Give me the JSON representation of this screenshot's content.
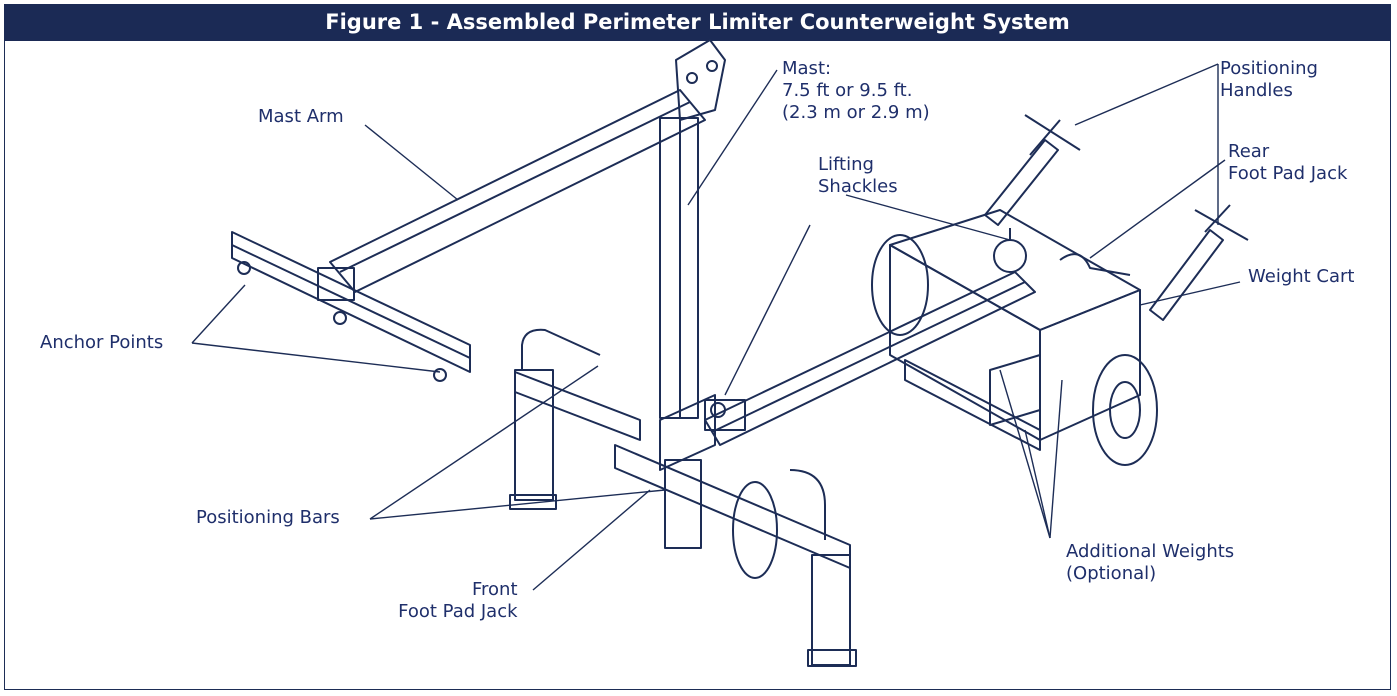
{
  "figure": {
    "title": "Figure 1 - Assembled Perimeter Limiter Counterweight System"
  },
  "labels": {
    "mast_arm": "Mast Arm",
    "mast": [
      "Mast:",
      "7.5 ft or 9.5 ft.",
      "(2.3 m or 2.9 m)"
    ],
    "positioning_handles": [
      "Positioning",
      "Handles"
    ],
    "rear_foot_pad_jack": [
      "Rear",
      "Foot Pad Jack"
    ],
    "lifting_shackles": [
      "Lifting",
      "Shackles"
    ],
    "weight_cart": "Weight Cart",
    "anchor_points": "Anchor Points",
    "positioning_bars": "Positioning Bars",
    "front_foot_pad_jack": [
      "Front",
      "Foot Pad Jack"
    ],
    "additional_weights": [
      "Additional Weights",
      "(Optional)"
    ]
  },
  "colors": {
    "title_bg": "#1b2a55",
    "label_text": "#1f2f6b",
    "line": "#1d2d56"
  }
}
